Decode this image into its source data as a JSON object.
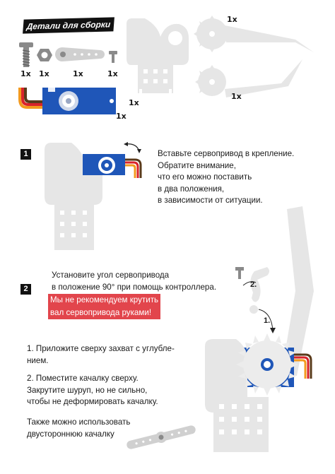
{
  "parts": {
    "title": "Детали для сборки",
    "screw_qty": "1x",
    "nut_qty": "1x",
    "horn_qty": "1x",
    "small_screw_qty": "1x",
    "servo_qty_a": "1x",
    "servo_qty_b": "1x",
    "bracket_qty": "1x",
    "claw_qty": "1x"
  },
  "step1": {
    "badge": "1",
    "lines": [
      "Вставьте сервопривод в крепление.",
      "Обратите внимание,",
      "что его можно поставить",
      "в два положения,",
      "в зависимости от ситуации."
    ]
  },
  "step2": {
    "badge": "2",
    "intro_lines": [
      "Установите угол сервопривода",
      "в положение 90° при помощь контроллера."
    ],
    "warning_lines": [
      "Мы не рекомендуем крутить",
      "вал сервопривода руками!"
    ],
    "callout_1": "1.",
    "callout_2": "2.",
    "item1_lines": [
      "1. Приложите сверху захват с углубле-",
      "нием."
    ],
    "item2_lines": [
      "2. Поместите качалку сверху.",
      "Закрутите шуруп, но не сильно,",
      "чтобы не деформировать качалку."
    ],
    "note_lines": [
      "Также можно использовать",
      "двустороннюю качалку"
    ]
  },
  "colors": {
    "servo_blue": "#1f56b8",
    "part_grey": "#e6e6e6",
    "hardware_grey": "#8a8a8a",
    "wire_red": "#d9232a",
    "wire_orange": "#f39a1e",
    "wire_brown": "#5a3a1a",
    "warning_red": "#e2454c"
  }
}
